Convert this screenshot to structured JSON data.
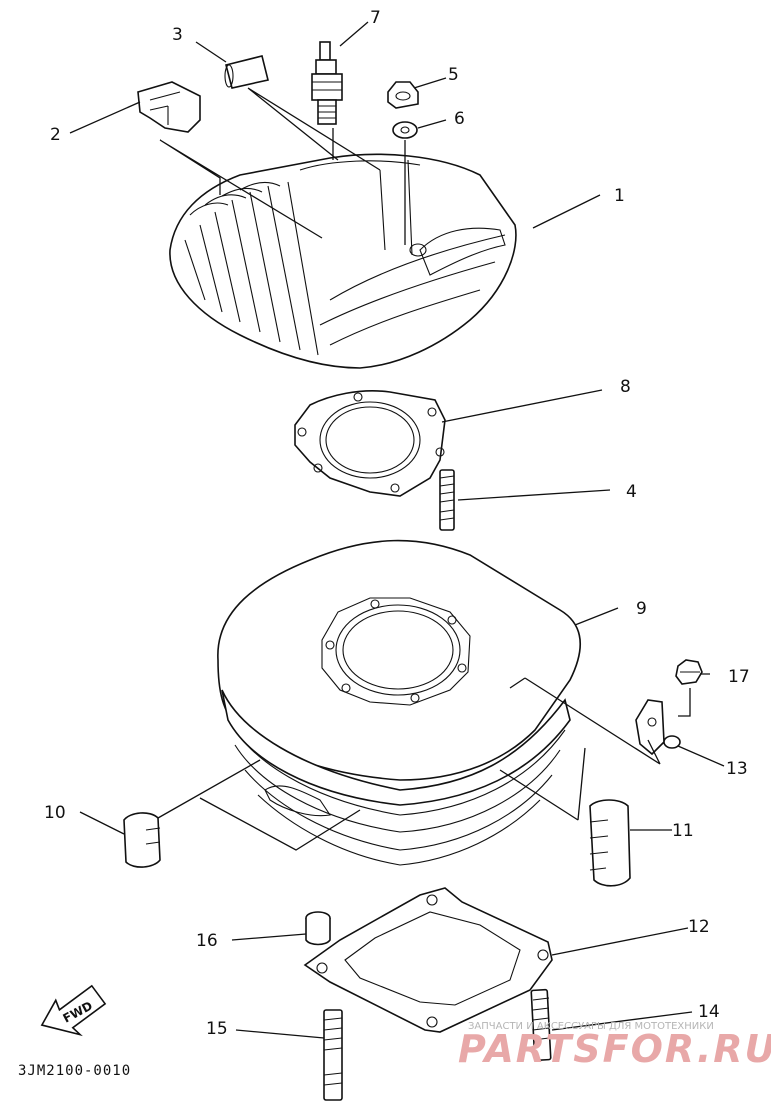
{
  "diagram": {
    "part_numbers": {
      "p1": "1",
      "p2": "2",
      "p3": "3",
      "p4": "4",
      "p5": "5",
      "p6": "6",
      "p7": "7",
      "p8": "8",
      "p9": "9",
      "p10": "10",
      "p11": "11",
      "p12": "12",
      "p13": "13",
      "p14": "14",
      "p15": "15",
      "p16": "16",
      "p17": "17"
    },
    "fwd_label": "FWD",
    "drawing_code": "3JM2100-0010"
  },
  "watermark": {
    "caption": "ЗАПЧАСТИ И АКСЕССУАРЫ ДЛЯ МОТОТЕХНИКИ",
    "brand": "PARTSFOR.RU",
    "color": "#e8a8a8"
  }
}
